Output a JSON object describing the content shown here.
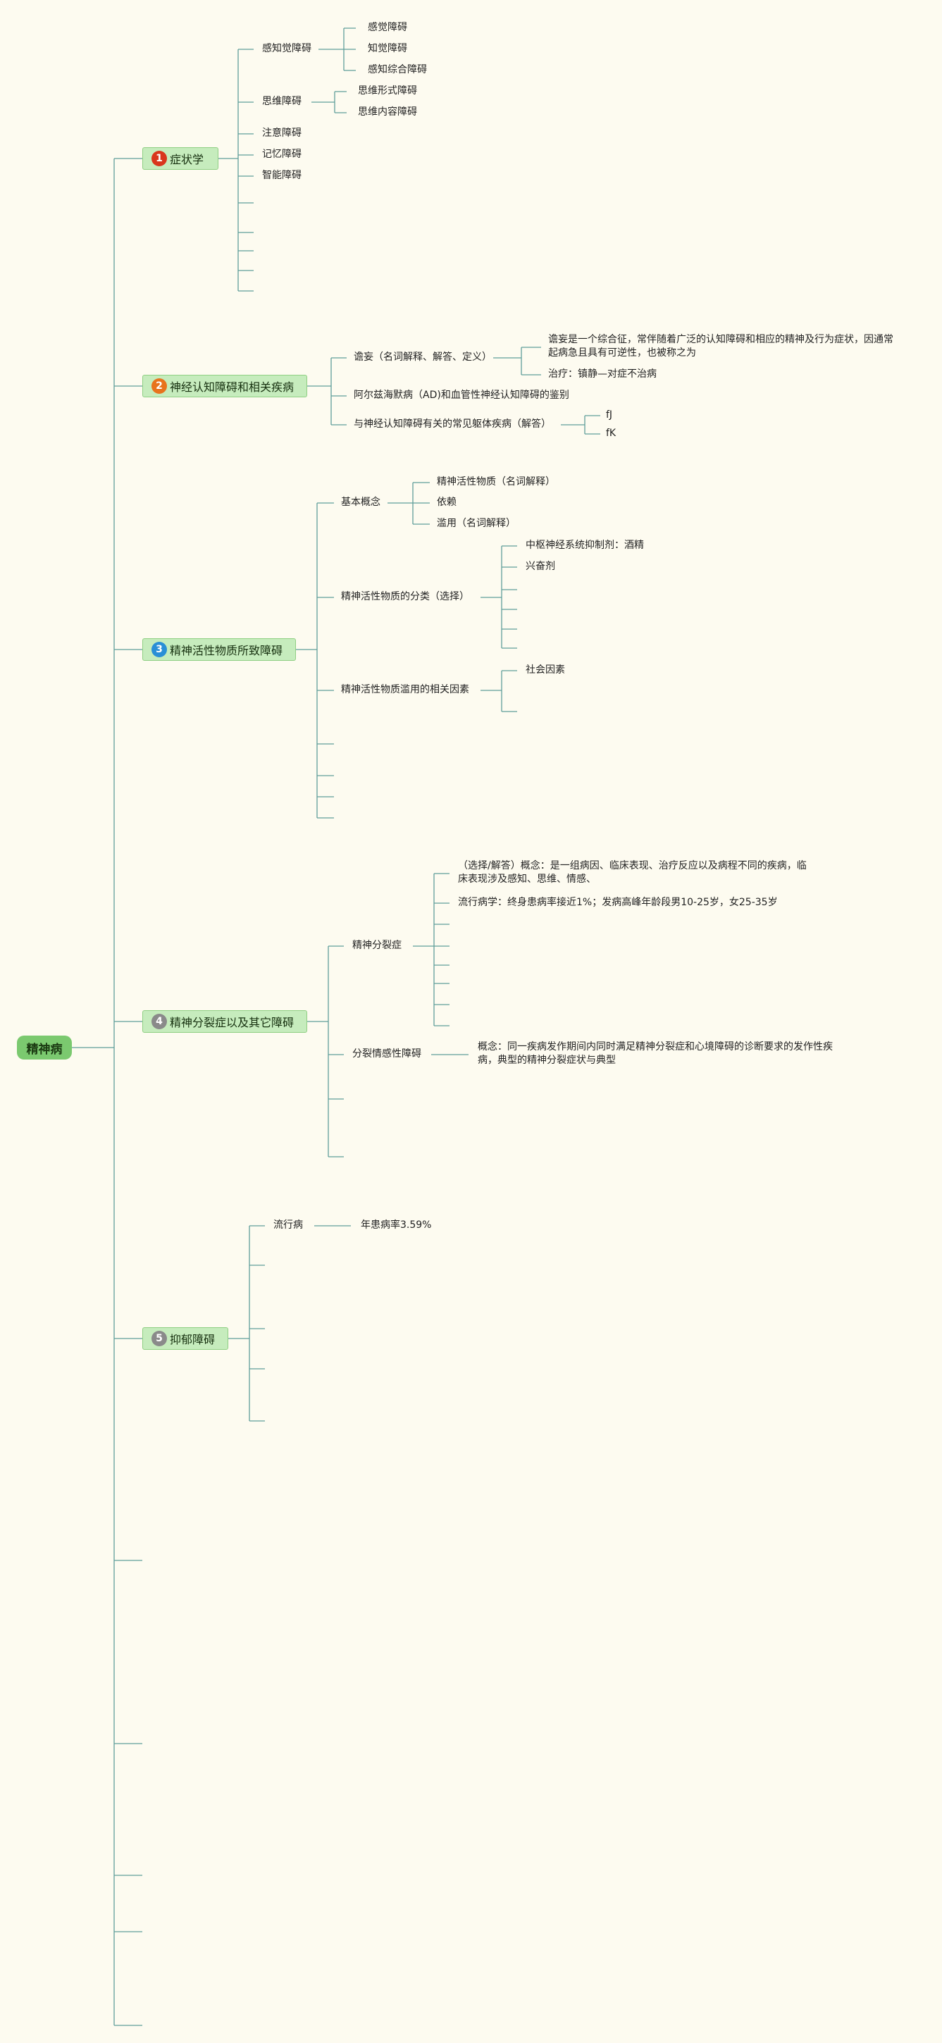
{
  "root": {
    "label": "精神病"
  },
  "colors": {
    "line": "#5f9e9a",
    "root_fill": "#7bc96f",
    "main_fill": "#c6ecbd",
    "badge1": "#d9361c",
    "badge2": "#e8731d",
    "badge3": "#2a8fd6",
    "badge4": "#8a8a8a",
    "badge5": "#8a8a8a"
  },
  "branches": [
    {
      "num": "1",
      "label": "症状学",
      "children": [
        {
          "label": "感知觉障碍",
          "children": [
            "感觉障碍",
            "知觉障碍",
            "感知综合障碍"
          ]
        },
        {
          "label": "思维障碍",
          "children": [
            "思维形式障碍",
            "思维内容障碍"
          ]
        },
        {
          "label": "注意障碍"
        },
        {
          "label": "记忆障碍"
        },
        {
          "label": "智能障碍"
        }
      ]
    },
    {
      "num": "2",
      "label": "神经认知障碍和相关疾病",
      "children": [
        {
          "label": "谵妄（名词解释、解答、定义）",
          "children": [
            "谵妄是一个综合征，常伴随着广泛的认知障碍和相应的精神及行为症状，因通常起病急且具有可逆性，也被称之为",
            "治疗：镇静—对症不治病"
          ]
        },
        {
          "label": "阿尔兹海默病（AD)和血管性神经认知障碍的鉴别"
        },
        {
          "label": "与神经认知障碍有关的常见躯体疾病（解答）",
          "children": [
            "fJ",
            "fK"
          ]
        }
      ]
    },
    {
      "num": "3",
      "label": "精神活性物质所致障碍",
      "children": [
        {
          "label": "基本概念",
          "children": [
            "精神活性物质（名词解释）",
            "依赖",
            "滥用（名词解释）"
          ]
        },
        {
          "label": "精神活性物质的分类（选择）",
          "children": [
            "中枢神经系统抑制剂：酒精",
            "兴奋剂"
          ]
        },
        {
          "label": "精神活性物质滥用的相关因素",
          "children": [
            "社会因素"
          ]
        }
      ]
    },
    {
      "num": "4",
      "label": "精神分裂症以及其它障碍",
      "children": [
        {
          "label": "精神分裂症",
          "children": [
            "（选择/解答）概念：是一组病因、临床表现、治疗反应以及病程不同的疾病，临床表现涉及感知、思维、情感、",
            "流行病学：终身患病率接近1%；发病高峰年龄段男10-25岁，女25-35岁"
          ]
        },
        {
          "label": "分裂情感性障碍",
          "children": [
            "概念：同一疾病发作期间内同时满足精神分裂症和心境障碍的诊断要求的发作性疾病，典型的精神分裂症状与典型"
          ]
        }
      ]
    },
    {
      "num": "5",
      "label": "抑郁障碍",
      "children": [
        {
          "label": "流行病",
          "children": [
            "年患病率3.59%"
          ]
        }
      ]
    }
  ]
}
